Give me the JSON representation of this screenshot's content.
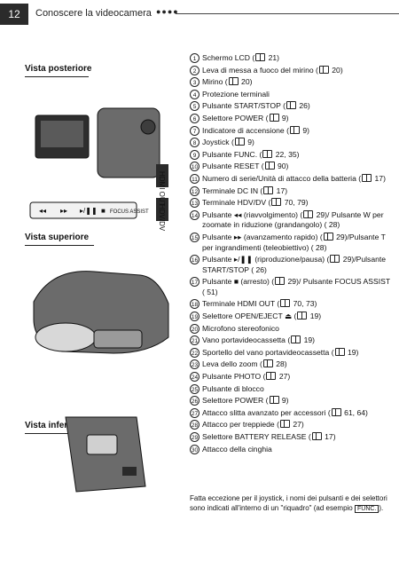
{
  "header": {
    "page_number": "12",
    "title": "Conoscere la videocamera",
    "dots": "●●●●"
  },
  "sections": {
    "rear": "Vista posteriore",
    "top": "Vista superiore",
    "bottom": "Vista inferiore"
  },
  "rear_button_labels": [
    "◂◂",
    "▸▸",
    "▸/❚❚",
    "■",
    "FOCUS ASSIST"
  ],
  "rear_side_labels": [
    "HDMI OUT",
    "HDV/DV"
  ],
  "callouts": [
    {
      "num": "1",
      "before": "Schermo LCD (",
      "after": " 21)"
    },
    {
      "num": "2",
      "before": "Leva di messa a fuoco del mirino (",
      "after": " 20)"
    },
    {
      "num": "3",
      "before": "Mirino (",
      "after": " 20)"
    },
    {
      "num": "4",
      "before": "Protezione terminali",
      "after": ""
    },
    {
      "num": "5",
      "before": "Pulsante START/STOP (",
      "after": " 26)"
    },
    {
      "num": "6",
      "before": "Selettore POWER (",
      "after": " 9)"
    },
    {
      "num": "7",
      "before": "Indicatore di accensione (",
      "after": " 9)"
    },
    {
      "num": "8",
      "before": "Joystick (",
      "after": " 9)"
    },
    {
      "num": "9",
      "before": "Pulsante FUNC. (",
      "after": " 22, 35)"
    },
    {
      "num": "10",
      "before": "Pulsante RESET (",
      "after": " 90)"
    },
    {
      "num": "11",
      "before": "Numero di serie/Unità di attacco della batteria (",
      "after": " 17)"
    },
    {
      "num": "12",
      "before": "Terminale DC IN (",
      "after": " 17)"
    },
    {
      "num": "13",
      "before": "Terminale HDV/DV (",
      "after": " 70, 79)"
    },
    {
      "num": "14",
      "before": "Pulsante ◂◂ (riavvolgimento) (",
      "after": " 29)/ Pulsante W per zoomate in riduzione (grandangolo) ( 28)"
    },
    {
      "num": "15",
      "before": "Pulsante ▸▸ (avanzamento rapido) (",
      "after": " 29)/Pulsante T per ingrandimenti (teleobiettivo) ( 28)"
    },
    {
      "num": "16",
      "before": "Pulsante ▸/❚❚ (riproduzione/pausa) (",
      "after": " 29)/Pulsante START/STOP ( 26)"
    },
    {
      "num": "17",
      "before": "Pulsante ■ (arresto) (",
      "after": " 29)/ Pulsante FOCUS ASSIST ( 51)"
    },
    {
      "num": "18",
      "before": "Terminale HDMI OUT (",
      "after": " 70, 73)"
    },
    {
      "num": "19",
      "before": "Selettore OPEN/EJECT ⏏ (",
      "after": " 19)"
    },
    {
      "num": "20",
      "before": "Microfono stereofonico",
      "after": ""
    },
    {
      "num": "21",
      "before": "Vano portavideocassetta (",
      "after": " 19)"
    },
    {
      "num": "22",
      "before": "Sportello del vano portavideocassetta (",
      "after": " 19)"
    },
    {
      "num": "23",
      "before": "Leva dello zoom (",
      "after": " 28)"
    },
    {
      "num": "24",
      "before": "Pulsante PHOTO (",
      "after": " 27)"
    },
    {
      "num": "25",
      "before": "Pulsante di blocco",
      "after": ""
    },
    {
      "num": "26",
      "before": "Selettore POWER (",
      "after": " 9)"
    },
    {
      "num": "27",
      "before": "Attacco slitta avanzato per accessori (",
      "after": " 61, 64)"
    },
    {
      "num": "28",
      "before": "Attacco per treppiede (",
      "after": " 27)"
    },
    {
      "num": "29",
      "before": "Selettore BATTERY RELEASE (",
      "after": " 17)"
    },
    {
      "num": "30",
      "before": "Attacco della cinghia",
      "after": ""
    }
  ],
  "footnote": {
    "text": "Fatta eccezione per il joystick, i nomi dei pulsanti e dei selettori sono indicati all'interno di un \"riquadro\" (ad esempio ",
    "example": "FUNC.",
    "end": ")."
  }
}
